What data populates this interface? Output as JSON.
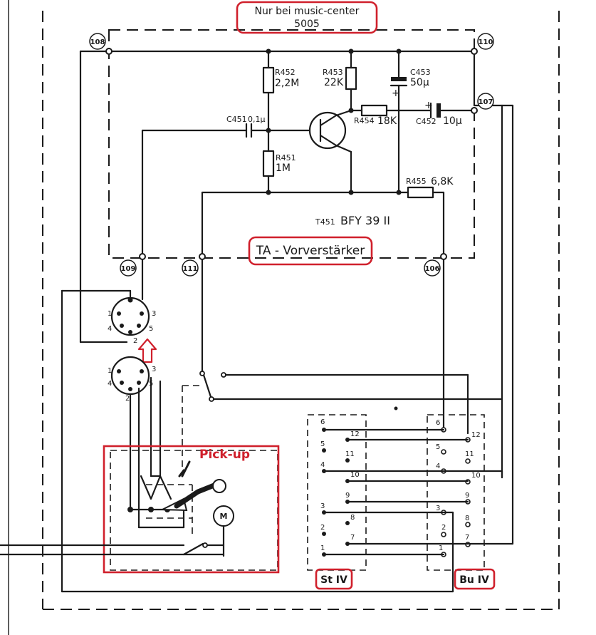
{
  "header": {
    "line1": "Nur bei music-center",
    "line2": "5005"
  },
  "module": {
    "type_prefix": "T451",
    "type": "BFY 39 II",
    "name": "TA - Vorverstärker"
  },
  "nodes": {
    "n108": "108",
    "n110": "110",
    "n107": "107",
    "n109": "109",
    "n111": "111",
    "n106": "106"
  },
  "components": {
    "r452": {
      "ref": "R452",
      "value": "2,2M"
    },
    "r453": {
      "ref": "R453",
      "value": "22K"
    },
    "c453": {
      "ref": "C453",
      "value": "50µ"
    },
    "c451": {
      "ref": "C451",
      "value": "0,1µ"
    },
    "r454": {
      "ref": "R454",
      "value": "18K"
    },
    "c452": {
      "ref": "C452",
      "value": "10µ"
    },
    "r451": {
      "ref": "R451",
      "value": "1M"
    },
    "r455": {
      "ref": "R455",
      "value": "6,8K"
    }
  },
  "plus": "+",
  "din_pins": {
    "p1": "1",
    "p2": "2",
    "p3": "3",
    "p4": "4",
    "p5": "5"
  },
  "pickup": {
    "label": "Pick-up",
    "motor": "M"
  },
  "st_connector": {
    "label": "St IV",
    "pins": [
      "6",
      "5",
      "4",
      "3",
      "2",
      "1",
      "12",
      "11",
      "10",
      "9",
      "8",
      "7"
    ]
  },
  "bu_connector": {
    "label": "Bu IV",
    "pins": [
      "6",
      "5",
      "4",
      "3",
      "2",
      "1",
      "12",
      "11",
      "10",
      "9",
      "8",
      "7"
    ]
  },
  "colors": {
    "annotation": "#d0202c",
    "ink": "#1a1a1a"
  }
}
